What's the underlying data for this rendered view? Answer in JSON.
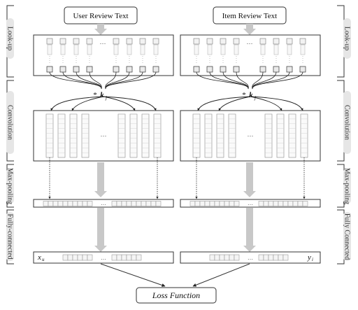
{
  "inputs": {
    "user": "User Review Text",
    "item": "Item Review Text"
  },
  "stages": {
    "lookup": "Look-up",
    "convolution": "Convolution",
    "maxpool": "Max-pooling",
    "fully_connected": "Fully-connected",
    "lookup_right": "Look-up",
    "convolution_right": "Convolution",
    "maxpool_right": "Max-pooling",
    "fully_connected_right": "Fully Connected"
  },
  "kernel": {
    "left": "k",
    "left_sub": "j",
    "right": "k",
    "right_sub": "j",
    "operator": "*"
  },
  "outputs": {
    "user_vector": "x",
    "user_sub": "u",
    "item_vector": "y",
    "item_sub": "i"
  },
  "dots": "…",
  "loss": "Loss Function"
}
